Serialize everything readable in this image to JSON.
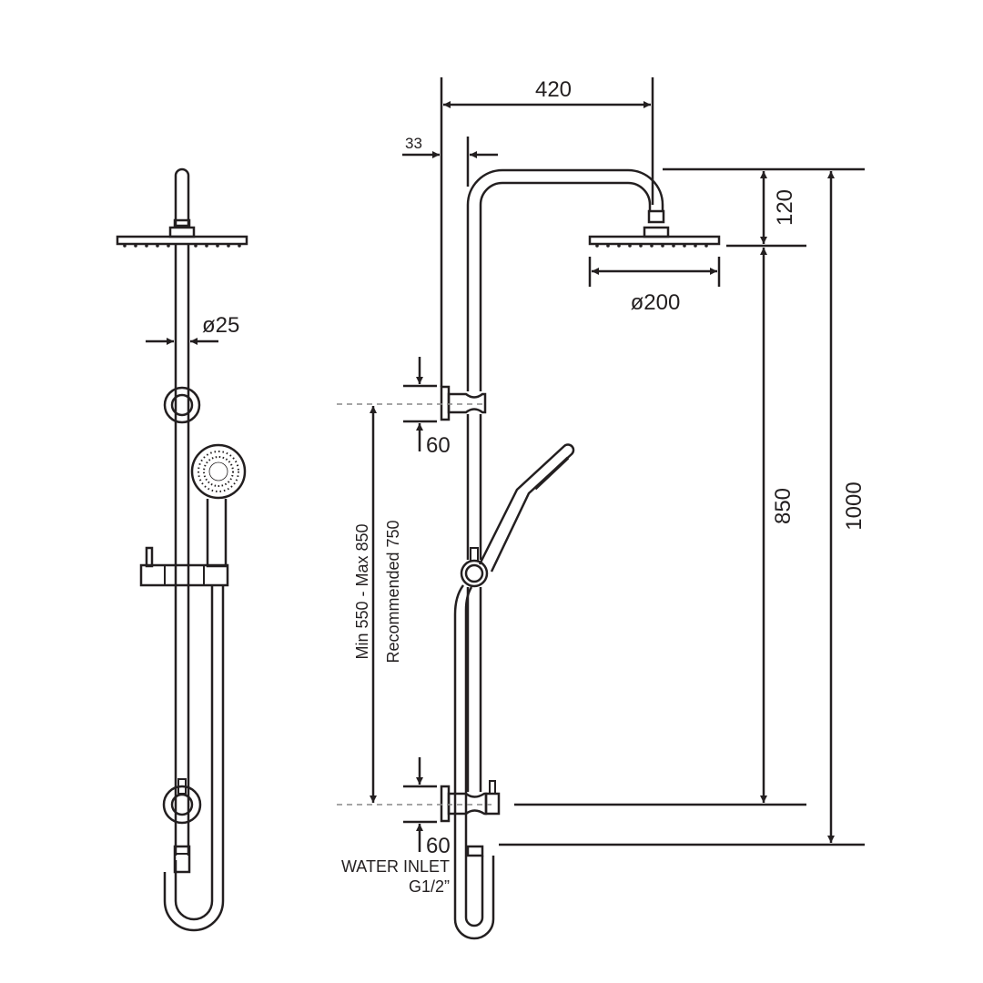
{
  "drawing": {
    "type": "technical dimension drawing",
    "subject": "shower rail with overhead rain head and hand shower",
    "colors": {
      "ink": "#231f20",
      "background": "#ffffff",
      "centerline": "#888888"
    }
  },
  "front_view": {
    "labels": {
      "riser_diameter": "ø25"
    }
  },
  "side_view": {
    "labels": {
      "arm_reach": "420",
      "wall_offset": "33",
      "arm_drop": "120",
      "head_diameter": "ø200",
      "head_height": "850",
      "total_height": "1000",
      "upper_bracket": "60",
      "lower_bracket": "60",
      "bracket_span_range": "Min 550 - Max 850",
      "bracket_span_recommended": "Recommended 750",
      "water_inlet_line1": "WATER INLET",
      "water_inlet_line2": "G1/2”"
    }
  }
}
